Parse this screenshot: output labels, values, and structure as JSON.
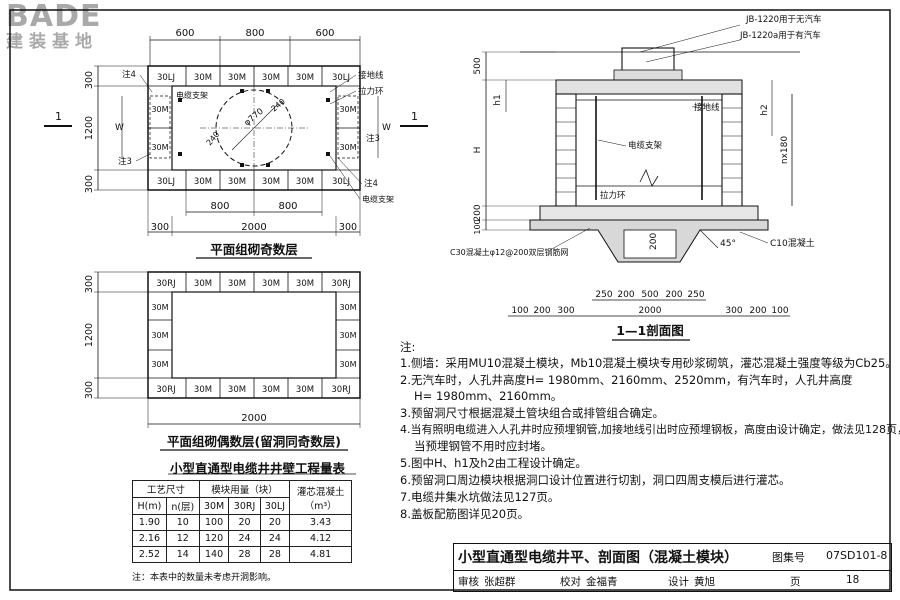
{
  "logo": {
    "brand": "BADE",
    "subtitle": "建装基地"
  },
  "plan_odd": {
    "title": "平面组砌奇数层",
    "top_dims": [
      "600",
      "800",
      "600"
    ],
    "bottom_dims": [
      "800",
      "800"
    ],
    "bottom_outer_dims": [
      "300",
      "2000",
      "300"
    ],
    "left_dims": [
      "300",
      "1200",
      "300"
    ],
    "w_label": "W",
    "top_blocks": [
      "30LJ",
      "30M",
      "30M",
      "30M",
      "30M",
      "30LJ"
    ],
    "bottom_blocks": [
      "30LJ",
      "30M",
      "30M",
      "30M",
      "30M",
      "30LJ"
    ],
    "side_blocks": [
      "30M",
      "30M"
    ],
    "diameter": "φ770",
    "angle_a": "240",
    "angle_b": "240",
    "section_mark": "1",
    "labels": {
      "note4a": "注4",
      "cable_bracket": "电缆支架",
      "ground_wire": "接地线",
      "pull_ring": "拉力环",
      "note3a": "注3",
      "note3b": "注3",
      "note4b": "注4",
      "cable_bracket2": "电缆支架"
    }
  },
  "plan_even": {
    "title": "平面组砌偶数层(留洞同奇数层)",
    "top_blocks": [
      "30RJ",
      "30M",
      "30M",
      "30M",
      "30M",
      "30RJ"
    ],
    "bottom_blocks": [
      "30RJ",
      "30M",
      "30M",
      "30M",
      "30M",
      "30RJ"
    ],
    "side_blocks": [
      "30M",
      "30M",
      "30M"
    ],
    "left_dims": [
      "300",
      "1200",
      "300"
    ],
    "bottom_dim": "2000"
  },
  "section": {
    "title": "1—1剖面图",
    "cover_a": "JB-1220用于无汽车",
    "cover_b": "JB-1220a用于有汽车",
    "dims_left": [
      "500",
      "h1",
      "H",
      "200",
      "100"
    ],
    "dims_right": [
      "h2",
      "nx180"
    ],
    "ground_wire": "接地线",
    "cable_bracket": "电缆支架",
    "pull_ring": "拉力环",
    "c30": "C30混凝土φ12@200双层钢筋网",
    "c10": "C10混凝土",
    "angle": "45°",
    "sump_depth": "200",
    "bottom_inner_dims": [
      "250",
      "200",
      "500",
      "200",
      "250"
    ],
    "bottom_outer_dims": [
      "100",
      "200",
      "300",
      "2000",
      "300",
      "200",
      "100"
    ]
  },
  "notes": {
    "heading": "注:",
    "items": [
      "1.侧墙：采用MU10混凝土模块，Mb10混凝土模块专用砂浆砌筑，灌芯混凝土强度等级为Cb25。",
      "2.无汽车时，人孔井高度H= 1980mm、2160mm、2520mm，有汽车时，人孔井高度",
      "H= 1980mm、2160mm。",
      "3.预留洞尺寸根据混凝土管块组合或排管组合确定。",
      "4.当有照明电缆进入人孔井时应预埋钢管,加接地线引出时应预埋钢板，高度由设计确定，做法见128页，",
      "当预埋钢管不用时应封堵。",
      "5.图中H、h1及h2由工程设计确定。",
      "6.预留洞口周边模块根据洞口设计位置进行切割，洞口四周支模后进行灌芯。",
      "7.电缆井集水坑做法见127页。",
      "8.盖板配筋图详见20页。"
    ]
  },
  "quantity_table": {
    "title": "小型直通型电缆井井壁工程量表",
    "h_group": "工艺尺寸",
    "m_group": "模块用量（块）",
    "concrete": "灌芯混凝土",
    "concrete_unit": "（m³）",
    "columns": [
      "H(m)",
      "n(层)",
      "30M",
      "30RJ",
      "30LJ"
    ],
    "rows": [
      [
        "1.90",
        "10",
        "100",
        "20",
        "20",
        "3.43"
      ],
      [
        "2.16",
        "12",
        "120",
        "24",
        "24",
        "4.12"
      ],
      [
        "2.52",
        "14",
        "140",
        "28",
        "28",
        "4.81"
      ]
    ],
    "footnote": "注：本表中的数量未考虑开洞影响。"
  },
  "title_block": {
    "title": "小型直通型电缆井平、剖面图（混凝土模块）",
    "atlas_label": "图集号",
    "atlas_no": "07SD101-8",
    "review_label": "审核",
    "reviewer": "张超群",
    "check_label": "校对",
    "checker": "金福青",
    "design_label": "设计",
    "designer": "黄旭",
    "page_label": "页",
    "page_no": "18"
  }
}
